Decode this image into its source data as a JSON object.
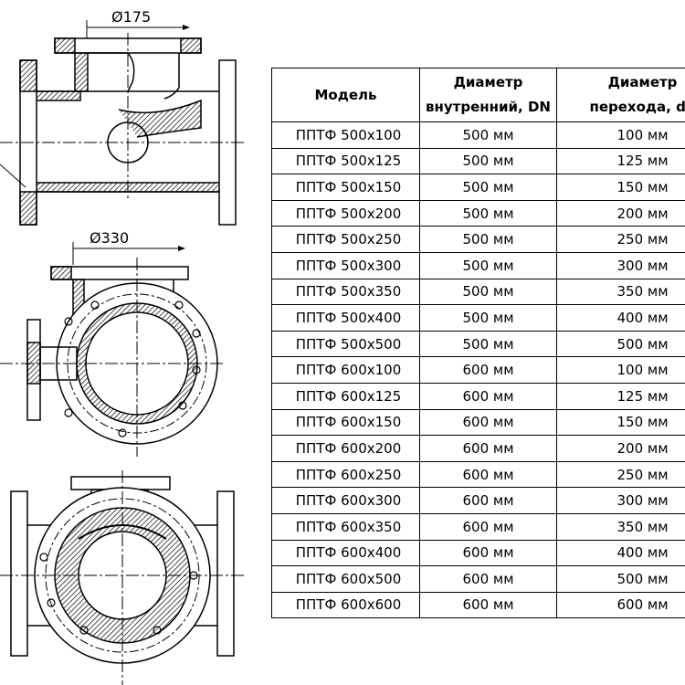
{
  "drawings": {
    "top_dimension": "Ø175",
    "mid_dimension": "Ø330"
  },
  "table": {
    "headers": {
      "model": "Модель",
      "diameter_inner_line1": "Диаметр",
      "diameter_inner_line2": "внутренний, DN",
      "diameter_transition_line1": "Диаметр",
      "diameter_transition_line2": "перехода, dn"
    },
    "rows": [
      {
        "model": "ППТФ  500х100",
        "dn": "500 мм",
        "dn_branch": "100 мм"
      },
      {
        "model": "ППТФ  500х125",
        "dn": "500 мм",
        "dn_branch": "125 мм"
      },
      {
        "model": "ППТФ  500х150",
        "dn": "500 мм",
        "dn_branch": "150 мм"
      },
      {
        "model": "ППТФ  500х200",
        "dn": "500 мм",
        "dn_branch": "200 мм"
      },
      {
        "model": "ППТФ  500х250",
        "dn": "500 мм",
        "dn_branch": "250 мм"
      },
      {
        "model": "ППТФ  500х300",
        "dn": "500 мм",
        "dn_branch": "300 мм"
      },
      {
        "model": "ППТФ  500х350",
        "dn": "500 мм",
        "dn_branch": "350 мм"
      },
      {
        "model": "ППТФ  500х400",
        "dn": "500 мм",
        "dn_branch": "400 мм"
      },
      {
        "model": "ППТФ  500х500",
        "dn": "500 мм",
        "dn_branch": "500 мм"
      },
      {
        "model": "ППТФ  600х100",
        "dn": "600 мм",
        "dn_branch": "100 мм"
      },
      {
        "model": "ППТФ  600х125",
        "dn": "600 мм",
        "dn_branch": "125 мм"
      },
      {
        "model": "ППТФ  600х150",
        "dn": "600 мм",
        "dn_branch": "150 мм"
      },
      {
        "model": "ППТФ  600х200",
        "dn": "600 мм",
        "dn_branch": "200 мм"
      },
      {
        "model": "ППТФ  600х250",
        "dn": "600 мм",
        "dn_branch": "250 мм"
      },
      {
        "model": "ППТФ  600х300",
        "dn": "600 мм",
        "dn_branch": "300 мм"
      },
      {
        "model": "ППТФ  600х350",
        "dn": "600 мм",
        "dn_branch": "350 мм"
      },
      {
        "model": "ППТФ  600х400",
        "dn": "600 мм",
        "dn_branch": "400 мм"
      },
      {
        "model": "ППТФ  600х500",
        "dn": "600 мм",
        "dn_branch": "500 мм"
      },
      {
        "model": "ППТФ  600х600",
        "dn": "600 мм",
        "dn_branch": "600 мм"
      }
    ]
  }
}
